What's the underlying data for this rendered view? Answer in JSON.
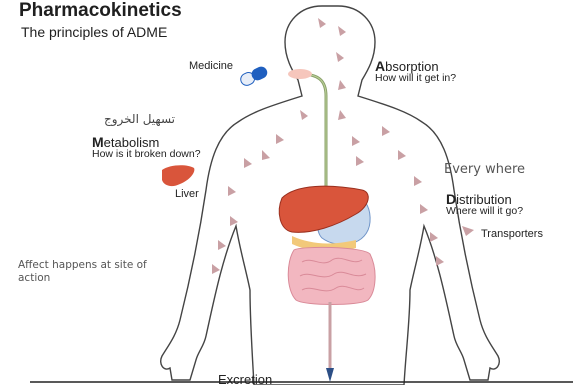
{
  "title": "Pharmacokinetics",
  "subtitle": "The principles of ADME",
  "labels": {
    "medicine": "Medicine",
    "absorption_initial": "A",
    "absorption_rest": "bsorption",
    "absorption_q": "How will it get in?",
    "arabic_note": "تسهيل الخروج",
    "metabolism_initial": "M",
    "metabolism_rest": "etabolism",
    "metabolism_q": "How is it broken down?",
    "liver": "Liver",
    "everywhere": "Every where",
    "distribution_initial": "D",
    "distribution_rest": "istribution",
    "distribution_q": "Where will it go?",
    "transporters": "Transporters",
    "affect_line1": "Affect happens at site of",
    "affect_line2": "action",
    "excretion": "Excretion"
  },
  "colors": {
    "arrow": "#c9a0a4",
    "body_outline": "#444444",
    "liver": "#d9553b",
    "intestine": "#f2b7c0",
    "stomach": "#c7d9ee",
    "esophagus": "#8aa06a",
    "capsule_blue": "#1f5fbf",
    "capsule_white": "#e8eef8"
  },
  "icons": [
    "capsule-icon",
    "liver-icon",
    "transporter-arrow-icon"
  ]
}
